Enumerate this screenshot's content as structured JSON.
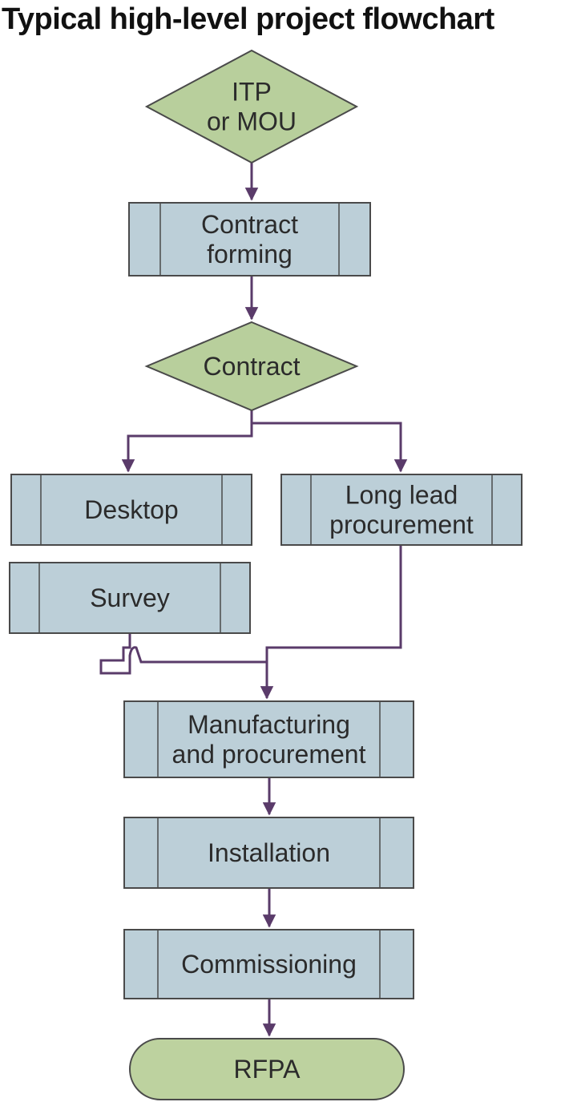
{
  "title": "Typical high-level project flowchart",
  "colors": {
    "process_fill": "#bccfd8",
    "decision_fill": "#b8cf9c",
    "terminal_fill": "#bdd29f",
    "border": "#4a4a4a",
    "connector": "#5a3b6a"
  },
  "nodes": {
    "itp": {
      "shape": "decision",
      "lines": [
        "ITP",
        "or MOU"
      ]
    },
    "contract_forming": {
      "shape": "process",
      "lines": [
        "Contract",
        "forming"
      ]
    },
    "contract": {
      "shape": "decision",
      "lines": [
        "Contract"
      ]
    },
    "desktop": {
      "shape": "process",
      "lines": [
        "Desktop"
      ]
    },
    "long_lead": {
      "shape": "process",
      "lines": [
        "Long lead",
        "procurement"
      ]
    },
    "survey": {
      "shape": "process",
      "lines": [
        "Survey"
      ]
    },
    "manufacturing": {
      "shape": "process",
      "lines": [
        "Manufacturing",
        "and procurement"
      ]
    },
    "installation": {
      "shape": "process",
      "lines": [
        "Installation"
      ]
    },
    "commissioning": {
      "shape": "process",
      "lines": [
        "Commissioning"
      ]
    },
    "rfpa": {
      "shape": "terminal",
      "lines": [
        "RFPA"
      ]
    }
  },
  "edges": [
    {
      "from": "itp",
      "to": "contract_forming"
    },
    {
      "from": "contract_forming",
      "to": "contract"
    },
    {
      "from": "contract",
      "to": "desktop"
    },
    {
      "from": "contract",
      "to": "long_lead"
    },
    {
      "from": "survey",
      "to": "manufacturing"
    },
    {
      "from": "long_lead",
      "to": "manufacturing"
    },
    {
      "from": "manufacturing",
      "to": "installation"
    },
    {
      "from": "installation",
      "to": "commissioning"
    },
    {
      "from": "commissioning",
      "to": "rfpa"
    }
  ]
}
